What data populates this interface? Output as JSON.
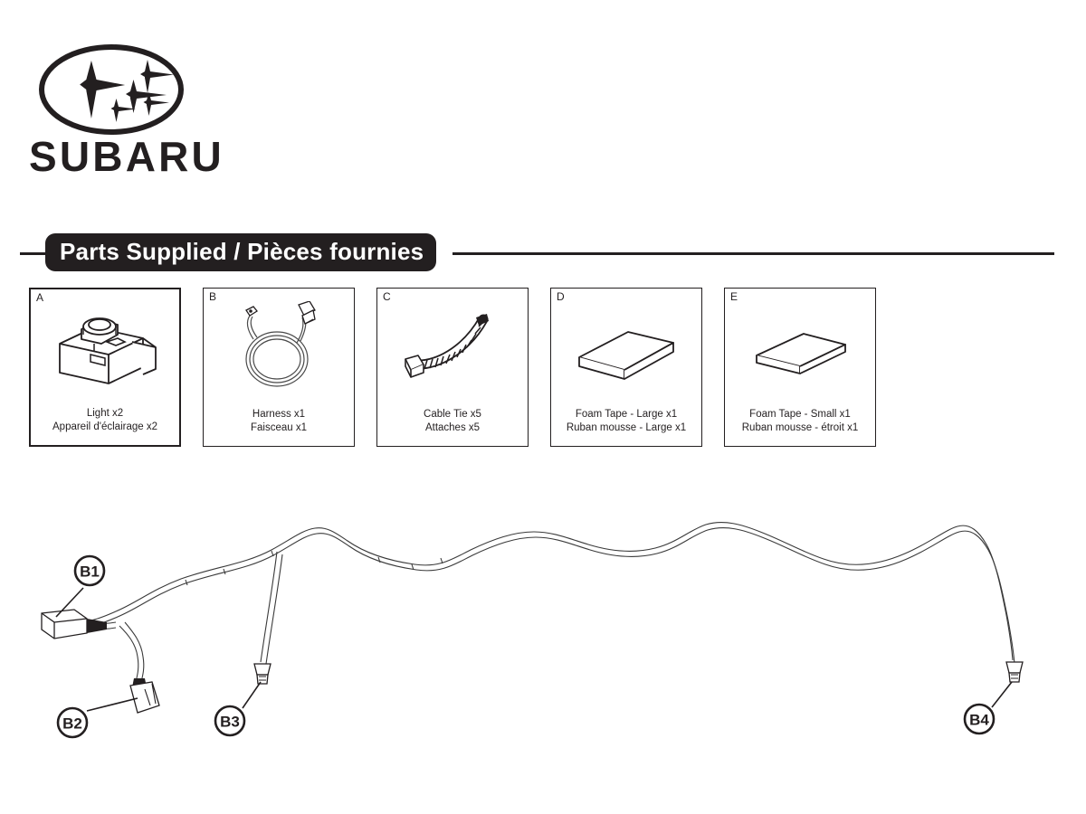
{
  "brand": {
    "name": "SUBARU",
    "logo_icon": "subaru-star-oval-logo"
  },
  "section": {
    "title": "Parts Supplied / Pièces fournies",
    "title_en": "Parts Supplied",
    "title_fr": "Pièces fournies"
  },
  "parts": [
    {
      "letter": "A",
      "icon": "light-assembly-icon",
      "caption_en": "Light x2",
      "caption_fr": "Appareil d'éclairage x2",
      "quantity": "x2"
    },
    {
      "letter": "B",
      "icon": "coiled-harness-icon",
      "caption_en": "Harness x1",
      "caption_fr": "Faisceau x1",
      "quantity": "x1"
    },
    {
      "letter": "C",
      "icon": "cable-tie-icon",
      "caption_en": "Cable Tie x5",
      "caption_fr": "Attaches x5",
      "quantity": "x5"
    },
    {
      "letter": "D",
      "icon": "foam-tape-large-icon",
      "caption_en": "Foam Tape - Large x1",
      "caption_fr": "Ruban mousse - Large x1",
      "quantity": "x1"
    },
    {
      "letter": "E",
      "icon": "foam-tape-small-icon",
      "caption_en": "Foam Tape - Small x1",
      "caption_fr": "Ruban mousse - étroit x1",
      "quantity": "x1"
    }
  ],
  "harness": {
    "callouts": [
      {
        "id": "B1",
        "label": "B1",
        "target": "main-connector"
      },
      {
        "id": "B2",
        "label": "B2",
        "target": "ribbed-connector"
      },
      {
        "id": "B3",
        "label": "B3",
        "target": "socket-connector-left"
      },
      {
        "id": "B4",
        "label": "B4",
        "target": "socket-connector-right"
      }
    ]
  },
  "colors": {
    "ink": "#231f20",
    "wire": "#3a3a3a",
    "page_background": "#ffffff"
  }
}
